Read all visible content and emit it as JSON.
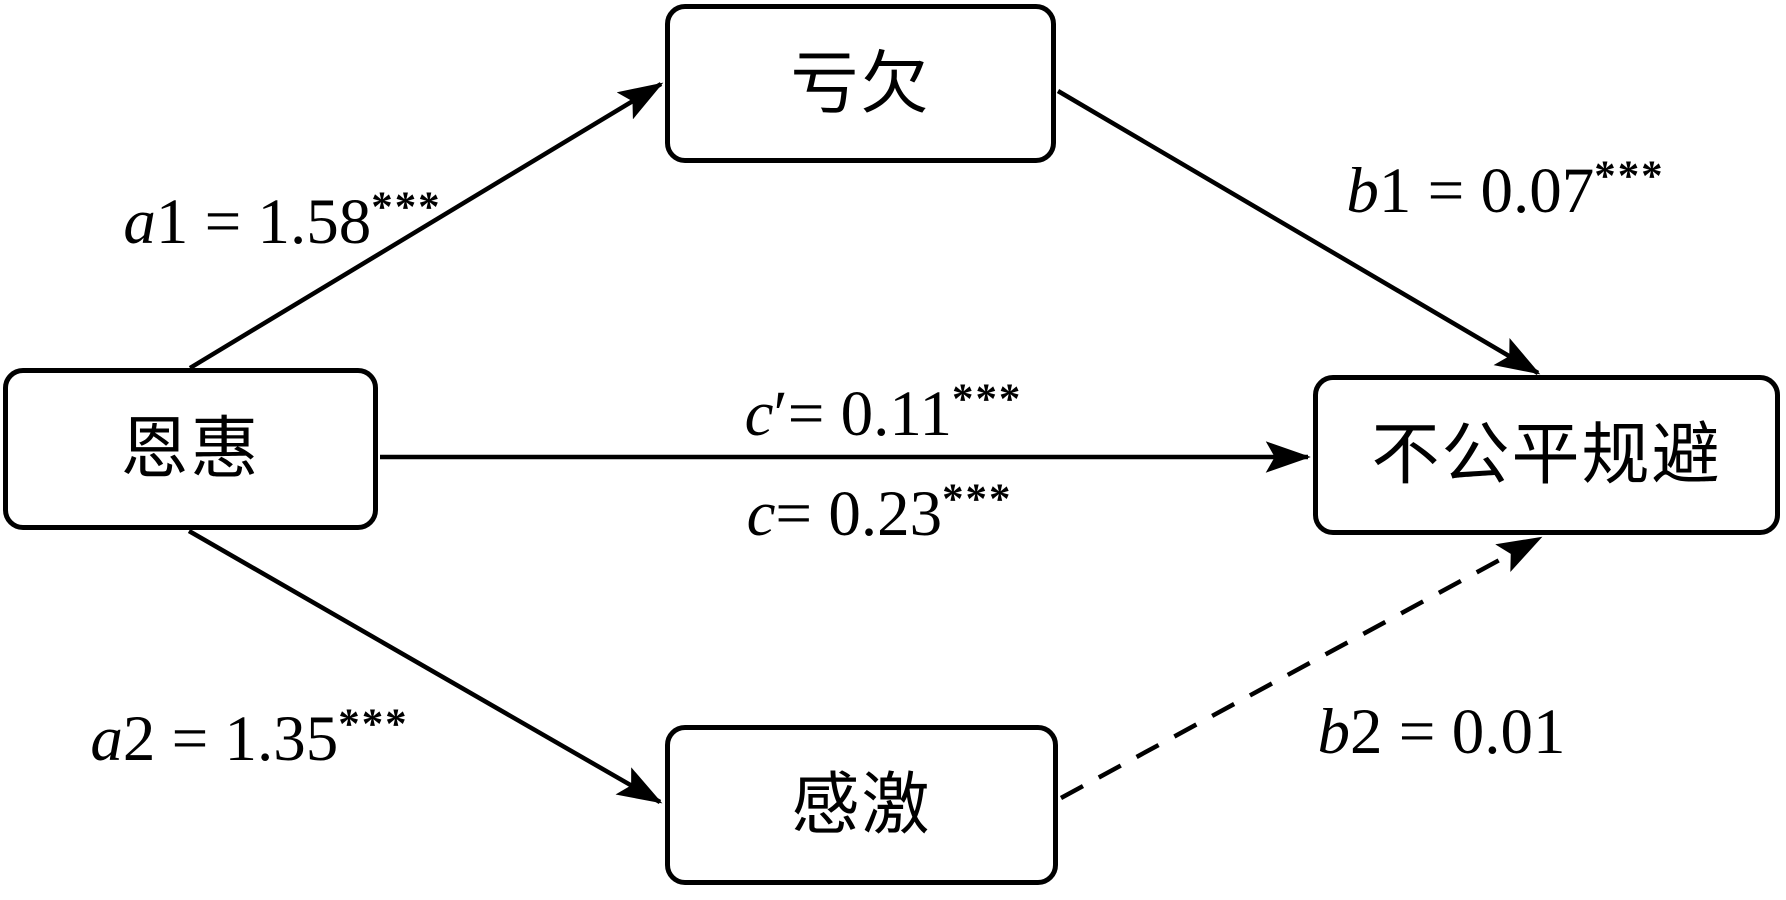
{
  "page": {
    "background": "#ffffff",
    "ink": "#000000",
    "type": "mediation-path-diagram"
  },
  "nodes": {
    "predictor": {
      "label": "恩惠"
    },
    "mediator_top": {
      "label": "亏欠"
    },
    "mediator_bottom": {
      "label": "感激"
    },
    "outcome": {
      "label": "不公平规避"
    }
  },
  "paths": {
    "a1": {
      "from": "predictor",
      "to": "mediator_top",
      "var": "a",
      "rest": "1 = 1.58",
      "sig": "***",
      "line": "solid"
    },
    "b1": {
      "from": "mediator_top",
      "to": "outcome",
      "var": "b",
      "rest": "1 = 0.07",
      "sig": "***",
      "line": "solid"
    },
    "a2": {
      "from": "predictor",
      "to": "mediator_bottom",
      "var": "a",
      "rest": "2 = 1.35",
      "sig": "***",
      "line": "solid"
    },
    "b2": {
      "from": "mediator_bottom",
      "to": "outcome",
      "var": "b",
      "rest": "2 = 0.01",
      "sig": "",
      "line": "dashed"
    },
    "c_prime": {
      "from": "predictor",
      "to": "outcome",
      "var": "c",
      "rest": "′= 0.11",
      "sig": "***",
      "line": "solid"
    },
    "c_total": {
      "from": "predictor",
      "to": "outcome",
      "var": "c",
      "rest": "= 0.23",
      "sig": "***",
      "line": "solid"
    }
  }
}
